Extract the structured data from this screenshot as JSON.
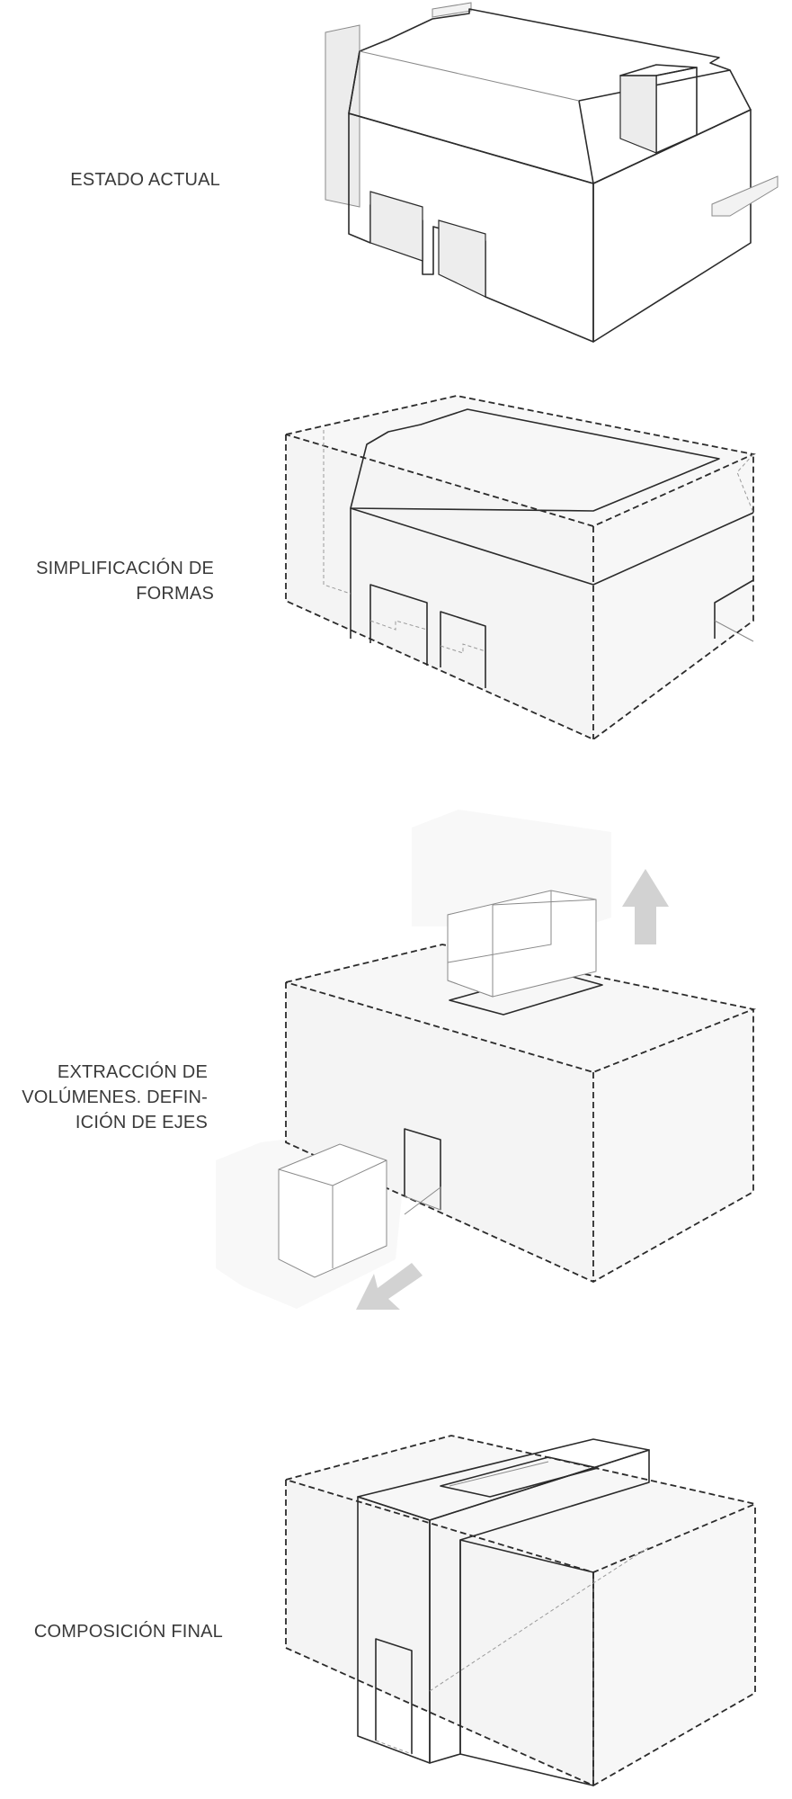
{
  "steps": [
    {
      "label_lines": [
        "ESTADO ACTUAL"
      ]
    },
    {
      "label_lines": [
        "SIMPLIFICACIÓN DE",
        "FORMAS"
      ]
    },
    {
      "label_lines": [
        "EXTRACCIÓN DE",
        "VOLÚMENES. DEFIN-",
        "ICIÓN DE EJES"
      ]
    },
    {
      "label_lines": [
        "COMPOSICIÓN FINAL"
      ]
    }
  ],
  "colors": {
    "line": "#2b2b2b",
    "face_white": "#ffffff",
    "face_light": "#f6f6f6",
    "face_mid": "#ececec",
    "arrow": "#d2d2d2"
  },
  "icons": [
    "arrow-up-icon",
    "arrow-down-left-icon"
  ]
}
